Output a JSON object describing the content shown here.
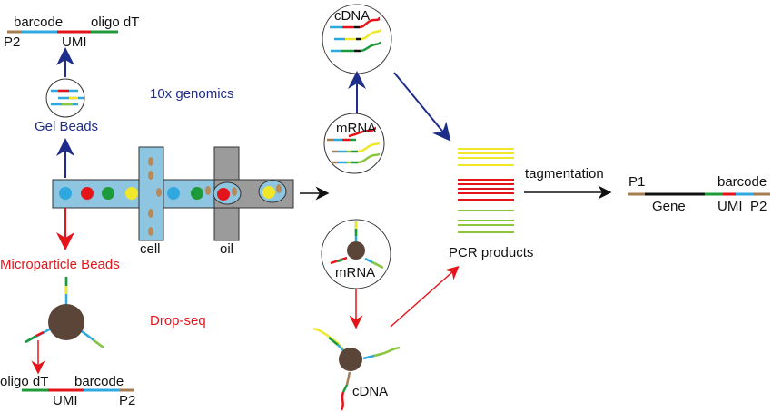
{
  "colors": {
    "blue_arrow": "#1f2d8a",
    "red_arrow": "#e3151b",
    "channel": "#8ec5e0",
    "oil": "#9b9b9b",
    "bead": "#5a4538",
    "p2": "#a67c52",
    "barcode": "#2fa8e0",
    "umi": "#e3151b",
    "oligo_dt": "#1d9a3a",
    "yellow": "#f0e62a",
    "lime": "#8cc63f",
    "green": "#1d9a3a"
  },
  "labels": {
    "tenx": "10x genomics",
    "gel_beads": "Gel Beads",
    "micro_beads": "Microparticle  Beads",
    "dropseq": "Drop-seq",
    "cell": "cell",
    "oil": "oil",
    "cdna_top": "cDNA",
    "mrna_top": "mRNA",
    "mrna_bottom": "mRNA",
    "cdna_bottom": "cDNA",
    "pcr": "PCR products",
    "tagmentation": "tagmentation"
  },
  "oligo_top": {
    "barcode": "barcode",
    "oligo_dt": "oligo dT",
    "p2": "P2",
    "umi": "UMI"
  },
  "oligo_bottom": {
    "oligo_dt": "oligo dT",
    "barcode": "barcode",
    "umi": "UMI",
    "p2": "P2"
  },
  "final": {
    "p1": "P1",
    "barcode": "barcode",
    "gene": "Gene",
    "umi": "UMI",
    "p2": "P2"
  }
}
